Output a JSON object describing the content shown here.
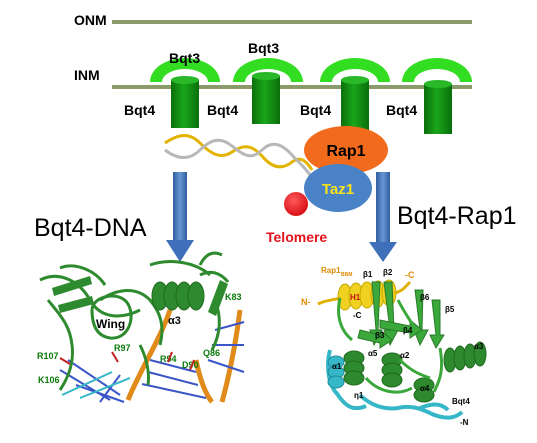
{
  "membranes": {
    "onm_label": "ONM",
    "inm_label": "INM",
    "membrane_color": "#8a9a6a"
  },
  "proteins": {
    "bqt3_labels": [
      "Bqt3",
      "Bqt3"
    ],
    "bqt4_labels": [
      "Bqt4",
      "Bqt4",
      "Bqt4",
      "Bqt4"
    ],
    "bqt3_color": "#33dd22",
    "bqt4_color": "#0f8a0f"
  },
  "complex": {
    "rap1_label": "Rap1",
    "taz1_label": "Taz1",
    "telomere_label": "Telomere",
    "rap1_color": "#f26a1b",
    "taz1_color": "#4a82c8",
    "telomere_color": "#e6121b"
  },
  "panels": {
    "left_title": "Bqt4-DNA",
    "right_title": "Bqt4-Rap1",
    "arrow_color": "#3f6fb8"
  },
  "left_structure": {
    "wing_label": "Wing",
    "alpha3_label": "α3",
    "residue_labels": [
      "K83",
      "R97",
      "R94",
      "Q86",
      "D90",
      "R107",
      "K106"
    ]
  },
  "right_structure": {
    "rap1_bbm_main": "Rap1",
    "rap1_bbm_sub": "BBM",
    "n_term_left": "N-",
    "c_term_right": "-C",
    "h1_label": "H1",
    "elements": [
      "β1",
      "β2",
      "-C",
      "β6",
      "β5",
      "β3",
      "β4",
      "α5",
      "α2",
      "α3",
      "α1",
      "η1",
      "α4",
      "Bqt4",
      "-N"
    ]
  }
}
